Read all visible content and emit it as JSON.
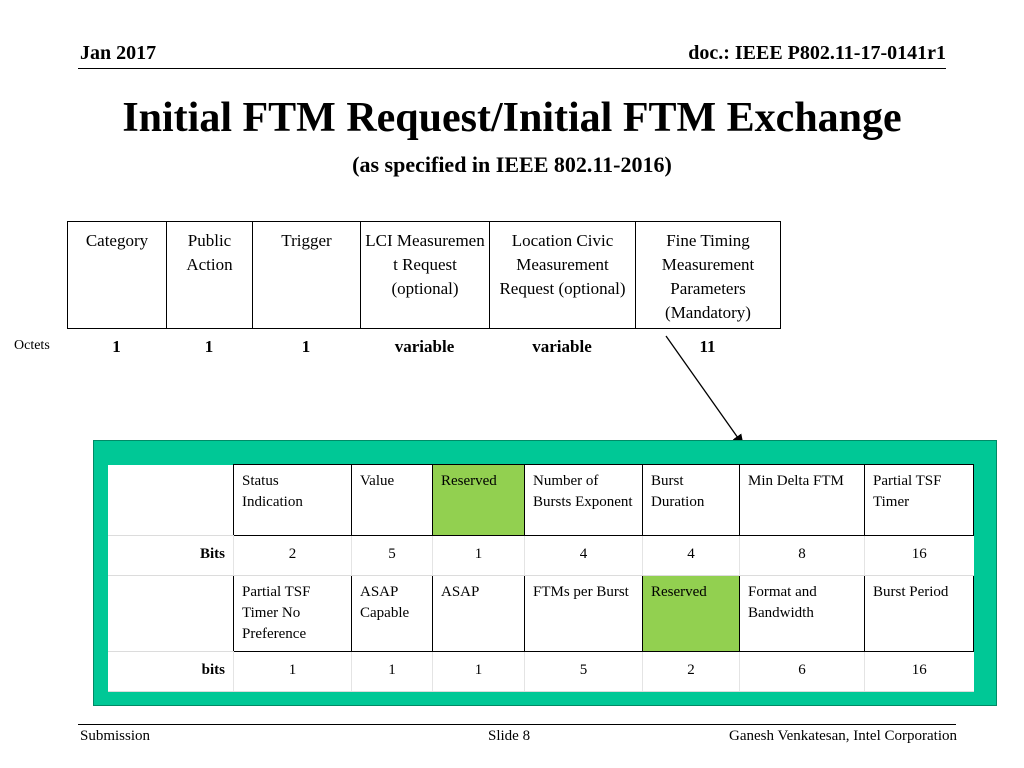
{
  "header": {
    "date": "Jan 2017",
    "doc": "doc.: IEEE P802.11-17-0141r1"
  },
  "title": "Initial FTM Request/Initial FTM Exchange",
  "subtitle": "(as specified in IEEE 802.11-2016)",
  "frame": {
    "fields": [
      "Category",
      "Public Action",
      "Trigger",
      "LCI Measuremen t Request (optional)",
      "Location Civic Measurement Request (optional)",
      "Fine Timing Measurement Parameters (Mandatory)"
    ],
    "octets_label": "Octets",
    "octets": [
      "1",
      "1",
      "1",
      "variable",
      "variable",
      "11"
    ]
  },
  "params": {
    "row1_fields": [
      "Status Indication",
      "Value",
      "Reserved",
      "Number of Bursts Exponent",
      "Burst Duration",
      "Min Delta FTM",
      "Partial TSF Timer"
    ],
    "row1_label": "Bits",
    "row1_bits": [
      "2",
      "5",
      "1",
      "4",
      "4",
      "8",
      "16"
    ],
    "row2_fields": [
      "Partial TSF Timer No Preference",
      "ASAP Capable",
      "ASAP",
      "FTMs per Burst",
      "Reserved",
      "Format and Bandwidth",
      "Burst Period"
    ],
    "row2_label": "bits",
    "row2_bits": [
      "1",
      "1",
      "1",
      "5",
      "2",
      "6",
      "16"
    ],
    "reserved_color": "#92d050",
    "box_color": "#00c896"
  },
  "footer": {
    "left": "Submission",
    "slide": "Slide 8",
    "author": "Ganesh Venkatesan, Intel Corporation"
  }
}
